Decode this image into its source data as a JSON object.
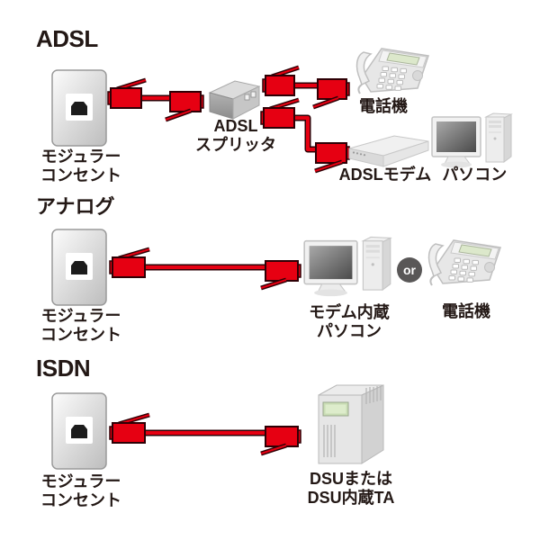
{
  "colors": {
    "cable_red": "#e60012",
    "cable_outline": "#2e0005",
    "text": "#231815",
    "or_badge_bg": "#595757",
    "phone_display_green": "#dce8cb",
    "dsu_display_green": "#c9ddb4"
  },
  "adsl": {
    "heading": "ADSL",
    "outlet": {
      "line1": "モジュラー",
      "line2": "コンセント"
    },
    "splitter": {
      "line1": "ADSL",
      "line2": "スプリッタ"
    },
    "phone_label": "電話機",
    "modem_label": "ADSLモデム",
    "pc_label": "パソコン"
  },
  "analog": {
    "heading": "アナログ",
    "outlet": {
      "line1": "モジュラー",
      "line2": "コンセント"
    },
    "pc": {
      "line1": "モデム内蔵",
      "line2": "パソコン"
    },
    "or_label": "or",
    "phone_label": "電話機"
  },
  "isdn": {
    "heading": "ISDN",
    "outlet": {
      "line1": "モジュラー",
      "line2": "コンセント"
    },
    "device": {
      "line1": "DSUまたは",
      "line2": "DSU内蔵TA"
    }
  }
}
